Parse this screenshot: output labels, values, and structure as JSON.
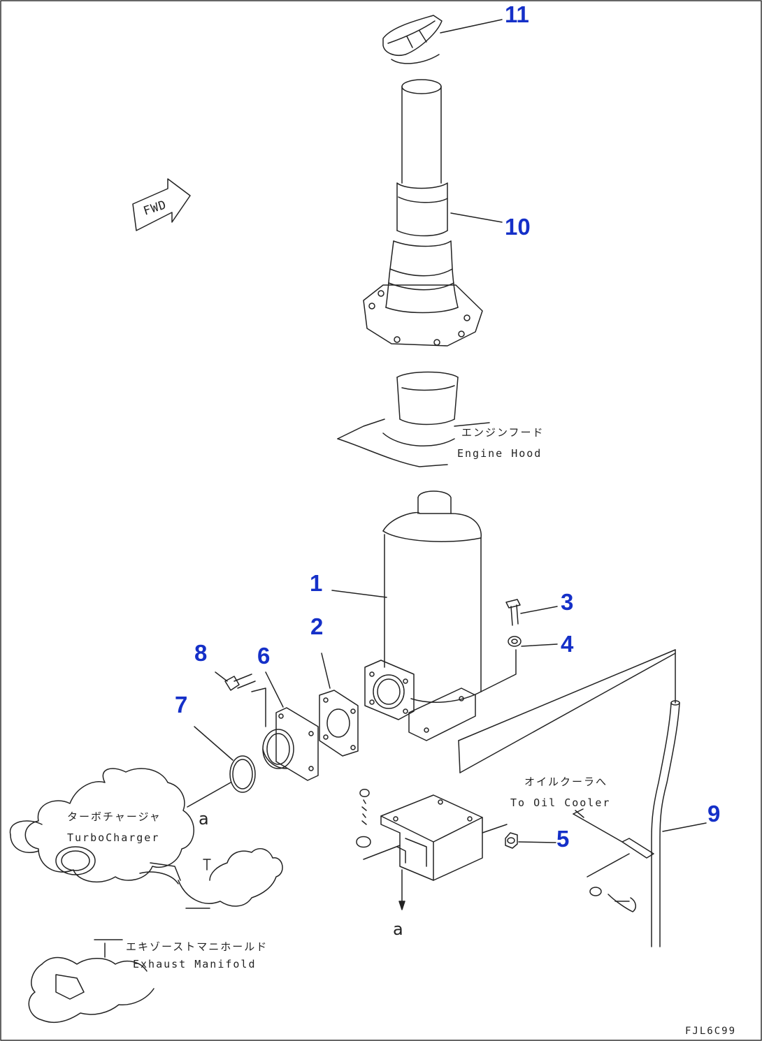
{
  "diagram": {
    "figure_code": "FJL6C99",
    "fwd_label": "FWD",
    "ref_letter": "a",
    "parts": [
      {
        "id": "1"
      },
      {
        "id": "2"
      },
      {
        "id": "3"
      },
      {
        "id": "4"
      },
      {
        "id": "5"
      },
      {
        "id": "6"
      },
      {
        "id": "7"
      },
      {
        "id": "8"
      },
      {
        "id": "9"
      },
      {
        "id": "10"
      },
      {
        "id": "11"
      }
    ],
    "callouts": {
      "engine_hood_jp": "エンジンフード",
      "engine_hood_en": "Engine Hood",
      "oil_cooler_jp": "オイルクーラへ",
      "oil_cooler_en": "To Oil Cooler",
      "turbo_jp": "ターボチャージャ",
      "turbo_en": "TurboCharger",
      "exhaust_jp": "エキゾーストマニホールド",
      "exhaust_en": "Exhaust Manifold"
    },
    "colors": {
      "part_number": "#1530c8",
      "line": "#222222"
    }
  }
}
